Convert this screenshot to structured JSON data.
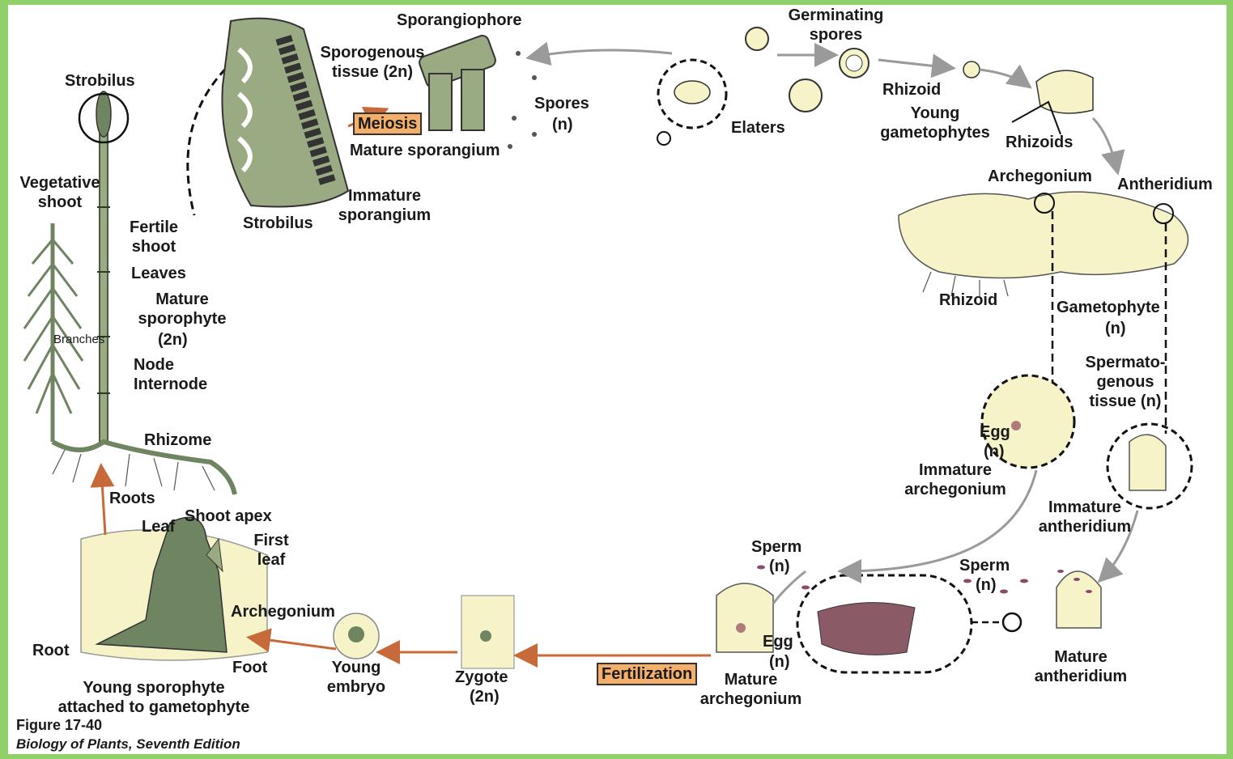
{
  "labels": {
    "strobilus_top": "Strobilus",
    "vegetative_shoot": "Vegetative\nshoot",
    "fertile_shoot": "Fertile\nshoot",
    "leaves": "Leaves",
    "mature_sporophyte": "Mature\nsporophyte",
    "mature_sporophyte_ploidy": "(2n)",
    "branches": "Branches",
    "node": "Node",
    "internode": "Internode",
    "rhizome": "Rhizome",
    "roots": "Roots",
    "sporangiophore": "Sporangiophore",
    "sporogenous_tissue": "Sporogenous\ntissue (2n)",
    "meiosis": "Meiosis",
    "mature_sporangium": "Mature sporangium",
    "immature_sporangium": "Immature\nsporangium",
    "strobilus_bottom": "Strobilus",
    "spores": "Spores",
    "spores_ploidy": "(n)",
    "germinating_spores": "Germinating\nspores",
    "elaters": "Elaters",
    "rhizoid_top": "Rhizoid",
    "young_gametophytes": "Young\ngametophytes",
    "rhizoids": "Rhizoids",
    "archegonium_top": "Archegonium",
    "antheridium": "Antheridium",
    "rhizoid_mid": "Rhizoid",
    "gametophyte": "Gametophyte",
    "gametophyte_ploidy": "(n)",
    "spermatogenous_tissue": "Spermato-\ngenous\ntissue (n)",
    "egg_upper": "Egg",
    "egg_upper_ploidy": "(n)",
    "immature_archegonium": "Immature\narchegonium",
    "immature_antheridium": "Immature\nantheridium",
    "sperm_left": "Sperm",
    "sperm_left_ploidy": "(n)",
    "sperm_right": "Sperm",
    "sperm_right_ploidy": "(n)",
    "egg_lower": "Egg",
    "egg_lower_ploidy": "(n)",
    "fertilization": "Fertilization",
    "mature_archegonium": "Mature\narchegonium",
    "mature_antheridium": "Mature\nantheridium",
    "zygote": "Zygote",
    "zygote_ploidy": "(2n)",
    "archegonium_bottom": "Archegonium",
    "young_embryo": "Young\nembryo",
    "leaf": "Leaf",
    "shoot_apex": "Shoot apex",
    "first_leaf": "First\nleaf",
    "root": "Root",
    "foot": "Foot",
    "young_sporophyte": "Young sporophyte\nattached to gametophyte"
  },
  "caption": {
    "figure": "Figure 17-40",
    "source": "Biology of Plants, Seventh Edition"
  },
  "colors": {
    "border": "#8fd06a",
    "plant_green": "#9aab83",
    "dark_green": "#6f8461",
    "cell_yellow": "#f6f3c8",
    "arrow_orange": "#c8693a",
    "arrow_gray": "#9a9a9a",
    "highlight_box": "#f4b06a",
    "sperm_purple": "#8a4a6a"
  }
}
